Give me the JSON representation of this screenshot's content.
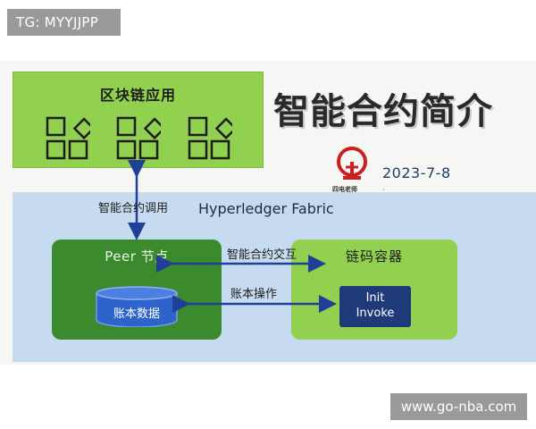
{
  "watermark_top": "TG: MYYJJPP",
  "watermark_bottom": "www.go-nba.com",
  "slide": {
    "title": "智能合约简介",
    "date": "2023-7-8",
    "logo_text": "四电老师",
    "logo_dot": "·",
    "app_layer": {
      "title": "区块链应用",
      "icons": [
        "app-icon",
        "app-icon",
        "app-icon"
      ]
    },
    "call_label": "智能合约调用",
    "fabric": {
      "title": "Hyperledger Fabric",
      "peer": {
        "title": "Peer 节点",
        "ledger": "账本数据"
      },
      "container": {
        "title": "链码容器",
        "init_line1": "Init",
        "init_line2": "Invoke"
      },
      "interact_label": "智能合约交互",
      "ledger_op_label": "账本操作"
    }
  },
  "colors": {
    "green": "#92d050",
    "dark_green": "#3c8a2e",
    "blue_panel": "#c6dbf0",
    "navy": "#1e3a78",
    "ledger_blue": "#2e63c9",
    "logo_red": "#cc1f1f",
    "arrow": "#1f3f99"
  }
}
